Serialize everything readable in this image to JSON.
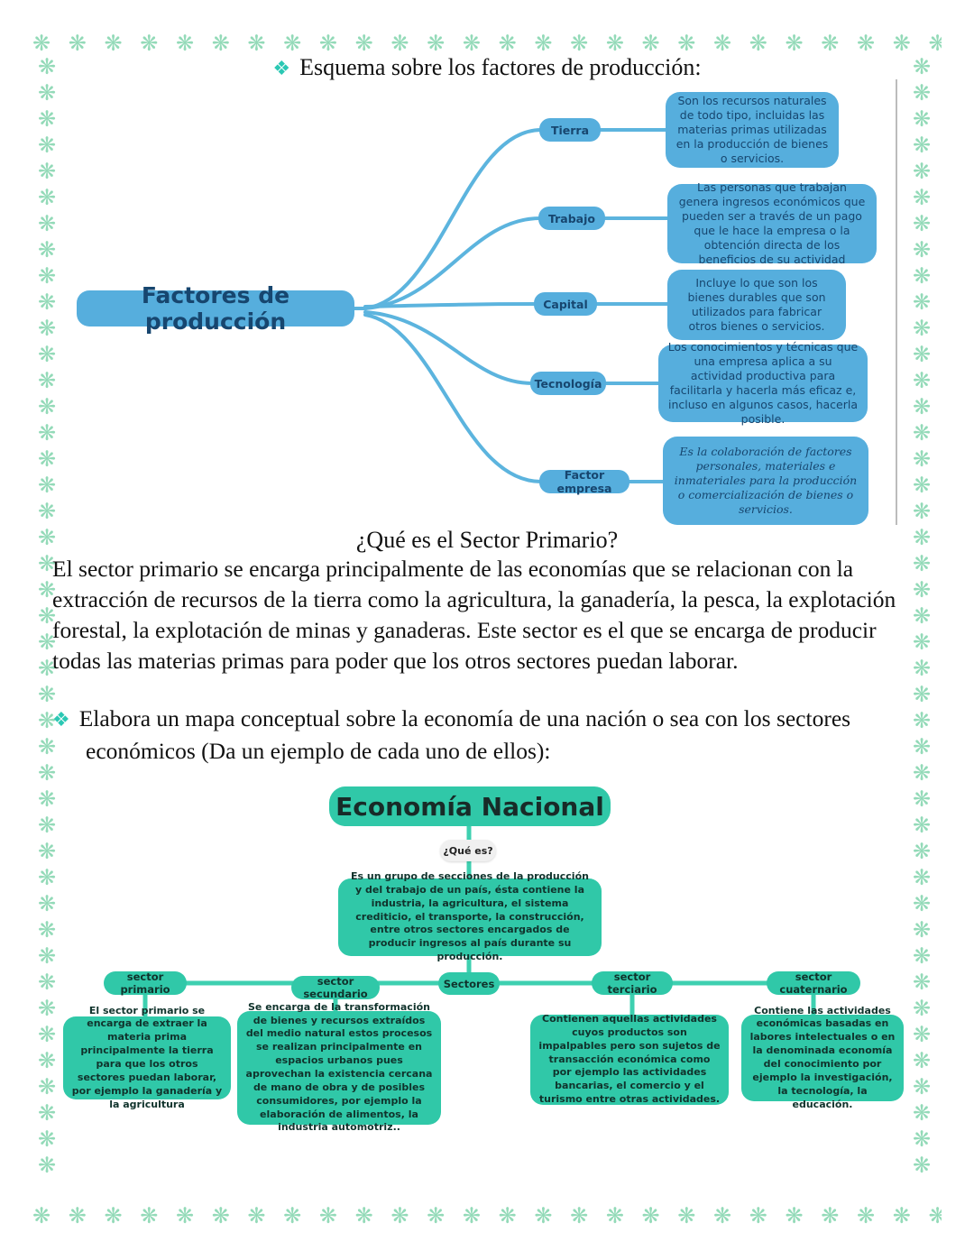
{
  "colors": {
    "accent": "#2bc8b4",
    "green_border": "#93dab8",
    "blue_fill": "#56aedd",
    "blue_line": "#5cb4de",
    "navy": "#17466f",
    "teal_fill": "#30c8a8",
    "teal_line": "#3ed0b0"
  },
  "decor": {
    "ornament_icon": "❋",
    "bullet_icon": "❖"
  },
  "page": {
    "title": "Esquema sobre los factores de producción:"
  },
  "factores_map": {
    "root": "Factores de producción",
    "branches": [
      {
        "label": "Tierra",
        "desc": "Son los recursos naturales de todo tipo, incluidas las materias primas utilizadas en la producción de bienes o servicios."
      },
      {
        "label": "Trabajo",
        "desc": "Las personas que trabajan genera ingresos económicos que pueden ser a través de un pago que le hace la empresa o la obtención directa de los beneficios de su actividad"
      },
      {
        "label": "Capital",
        "desc": "Incluye lo que son los bienes durables que son utilizados para fabricar otros bienes o servicios."
      },
      {
        "label": "Tecnología",
        "desc": "Los conocimientos y técnicas que una empresa aplica a su actividad productiva para facilitarla y hacerla más eficaz e, incluso en algunos casos, hacerla posible."
      },
      {
        "label": "Factor empresa",
        "desc": "Es la colaboración de factores personales, materiales e inmateriales para la producción o comercialización de bienes o servicios."
      }
    ]
  },
  "sector_section": {
    "heading": "¿Qué es el Sector Primario?",
    "paragraph": "El sector primario se encarga principalmente de las economías que se relacionan con la extracción de recursos de la tierra como la agricultura, la ganadería, la pesca, la explotación forestal, la explotación de minas y ganaderas. Este sector es el que se encarga de producir todas las materias primas para poder que los otros sectores puedan laborar.",
    "task": "Elabora un mapa conceptual sobre la economía de una nación o sea con los sectores económicos (Da un ejemplo de cada uno de ellos):"
  },
  "economia_map": {
    "title": "Economía Nacional",
    "que_es_label": "¿Qué es?",
    "definition": "Es un grupo de secciones de la producción y del trabajo de un país, ésta contiene la industria, la agricultura, el sistema crediticio, el transporte, la construcción, entre otros sectores encargados de producir ingresos al país durante su producción.",
    "sectores_label": "Sectores",
    "sectors": [
      {
        "label": "sector primario",
        "desc": "El sector primario se encarga de extraer la materia prima principalmente la tierra para que los otros sectores puedan laborar, por ejemplo la ganadería y la agricultura"
      },
      {
        "label": "sector secundario",
        "desc": "Se encarga de la transformación de bienes y recursos extraídos del medio natural estos procesos se realizan principalmente en espacios urbanos pues aprovechan la existencia cercana de mano de obra y de posibles consumidores, por ejemplo la elaboración de alimentos, la industria automotriz.."
      },
      {
        "label": "sector terciario",
        "desc": "Contienen aquellas actividades cuyos productos son impalpables pero son sujetos de transacción económica como por ejemplo las actividades bancarias, el comercio y el turismo entre otras actividades."
      },
      {
        "label": "sector cuaternario",
        "desc": "Contiene las actividades económicas basadas en labores intelectuales o en la denominada economía del conocimiento por ejemplo la investigación, la tecnología, la educación."
      }
    ]
  }
}
